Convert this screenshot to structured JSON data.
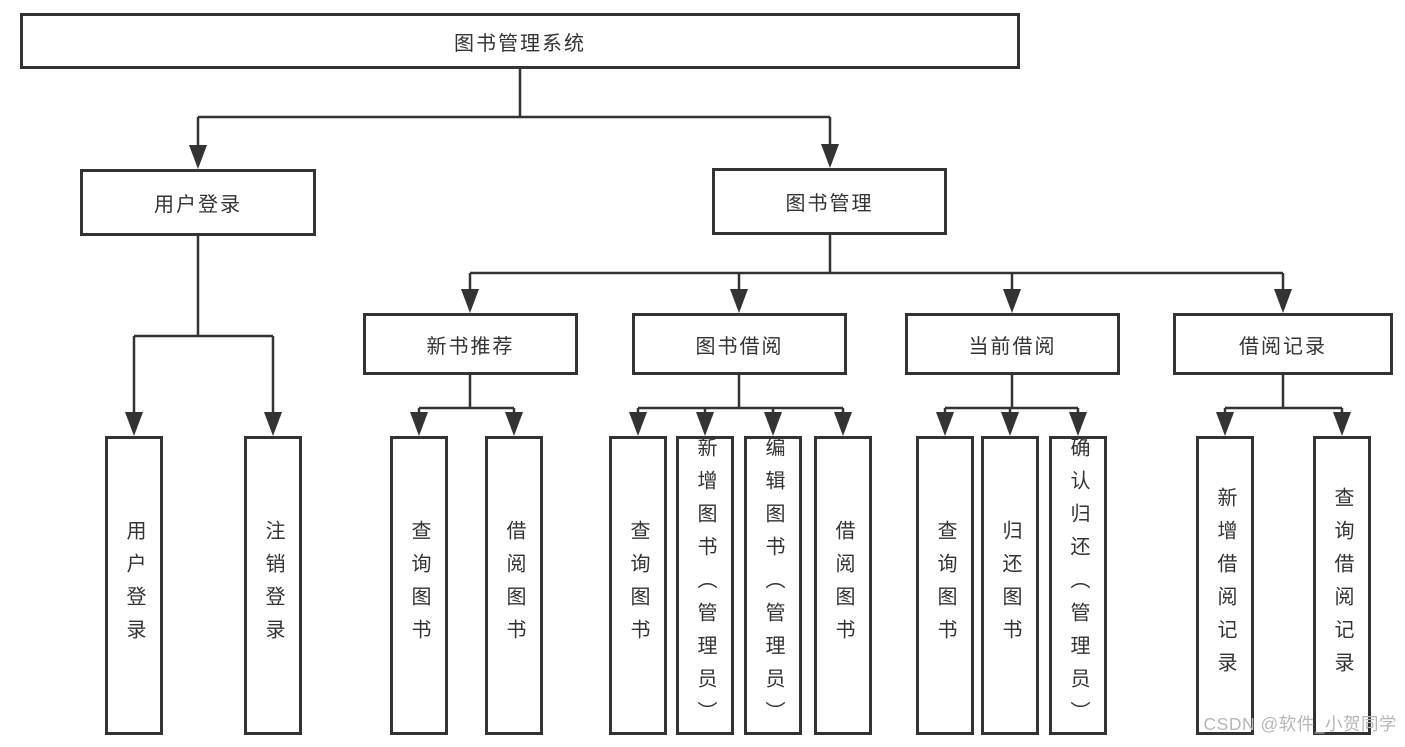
{
  "tree": {
    "root": "图书管理系统",
    "level2": {
      "user_login": "用户登录",
      "book_mgmt": "图书管理"
    },
    "level3": {
      "new_books": "新书推荐",
      "borrowing": "图书借阅",
      "current": "当前借阅",
      "records": "借阅记录"
    },
    "leaves": {
      "user_login": [
        "用户登录",
        "注销登录"
      ],
      "new_books": [
        "查询图书",
        "借阅图书"
      ],
      "borrowing": [
        "查询图书",
        "新增图书（管理员）",
        "编辑图书（管理员）",
        "借阅图书"
      ],
      "current": [
        "查询图书",
        "归还图书",
        "确认归还（管理员）"
      ],
      "records": [
        "新增借阅记录",
        "查询借阅记录"
      ]
    }
  },
  "watermark": {
    "text": "CSDN @软件_小贺同学"
  },
  "colors": {
    "line": "#333333",
    "box_border": "#333333",
    "box_fill": "#ffffff",
    "text": "#333333",
    "watermark": "#b4b7bc",
    "background": "#ffffff"
  }
}
